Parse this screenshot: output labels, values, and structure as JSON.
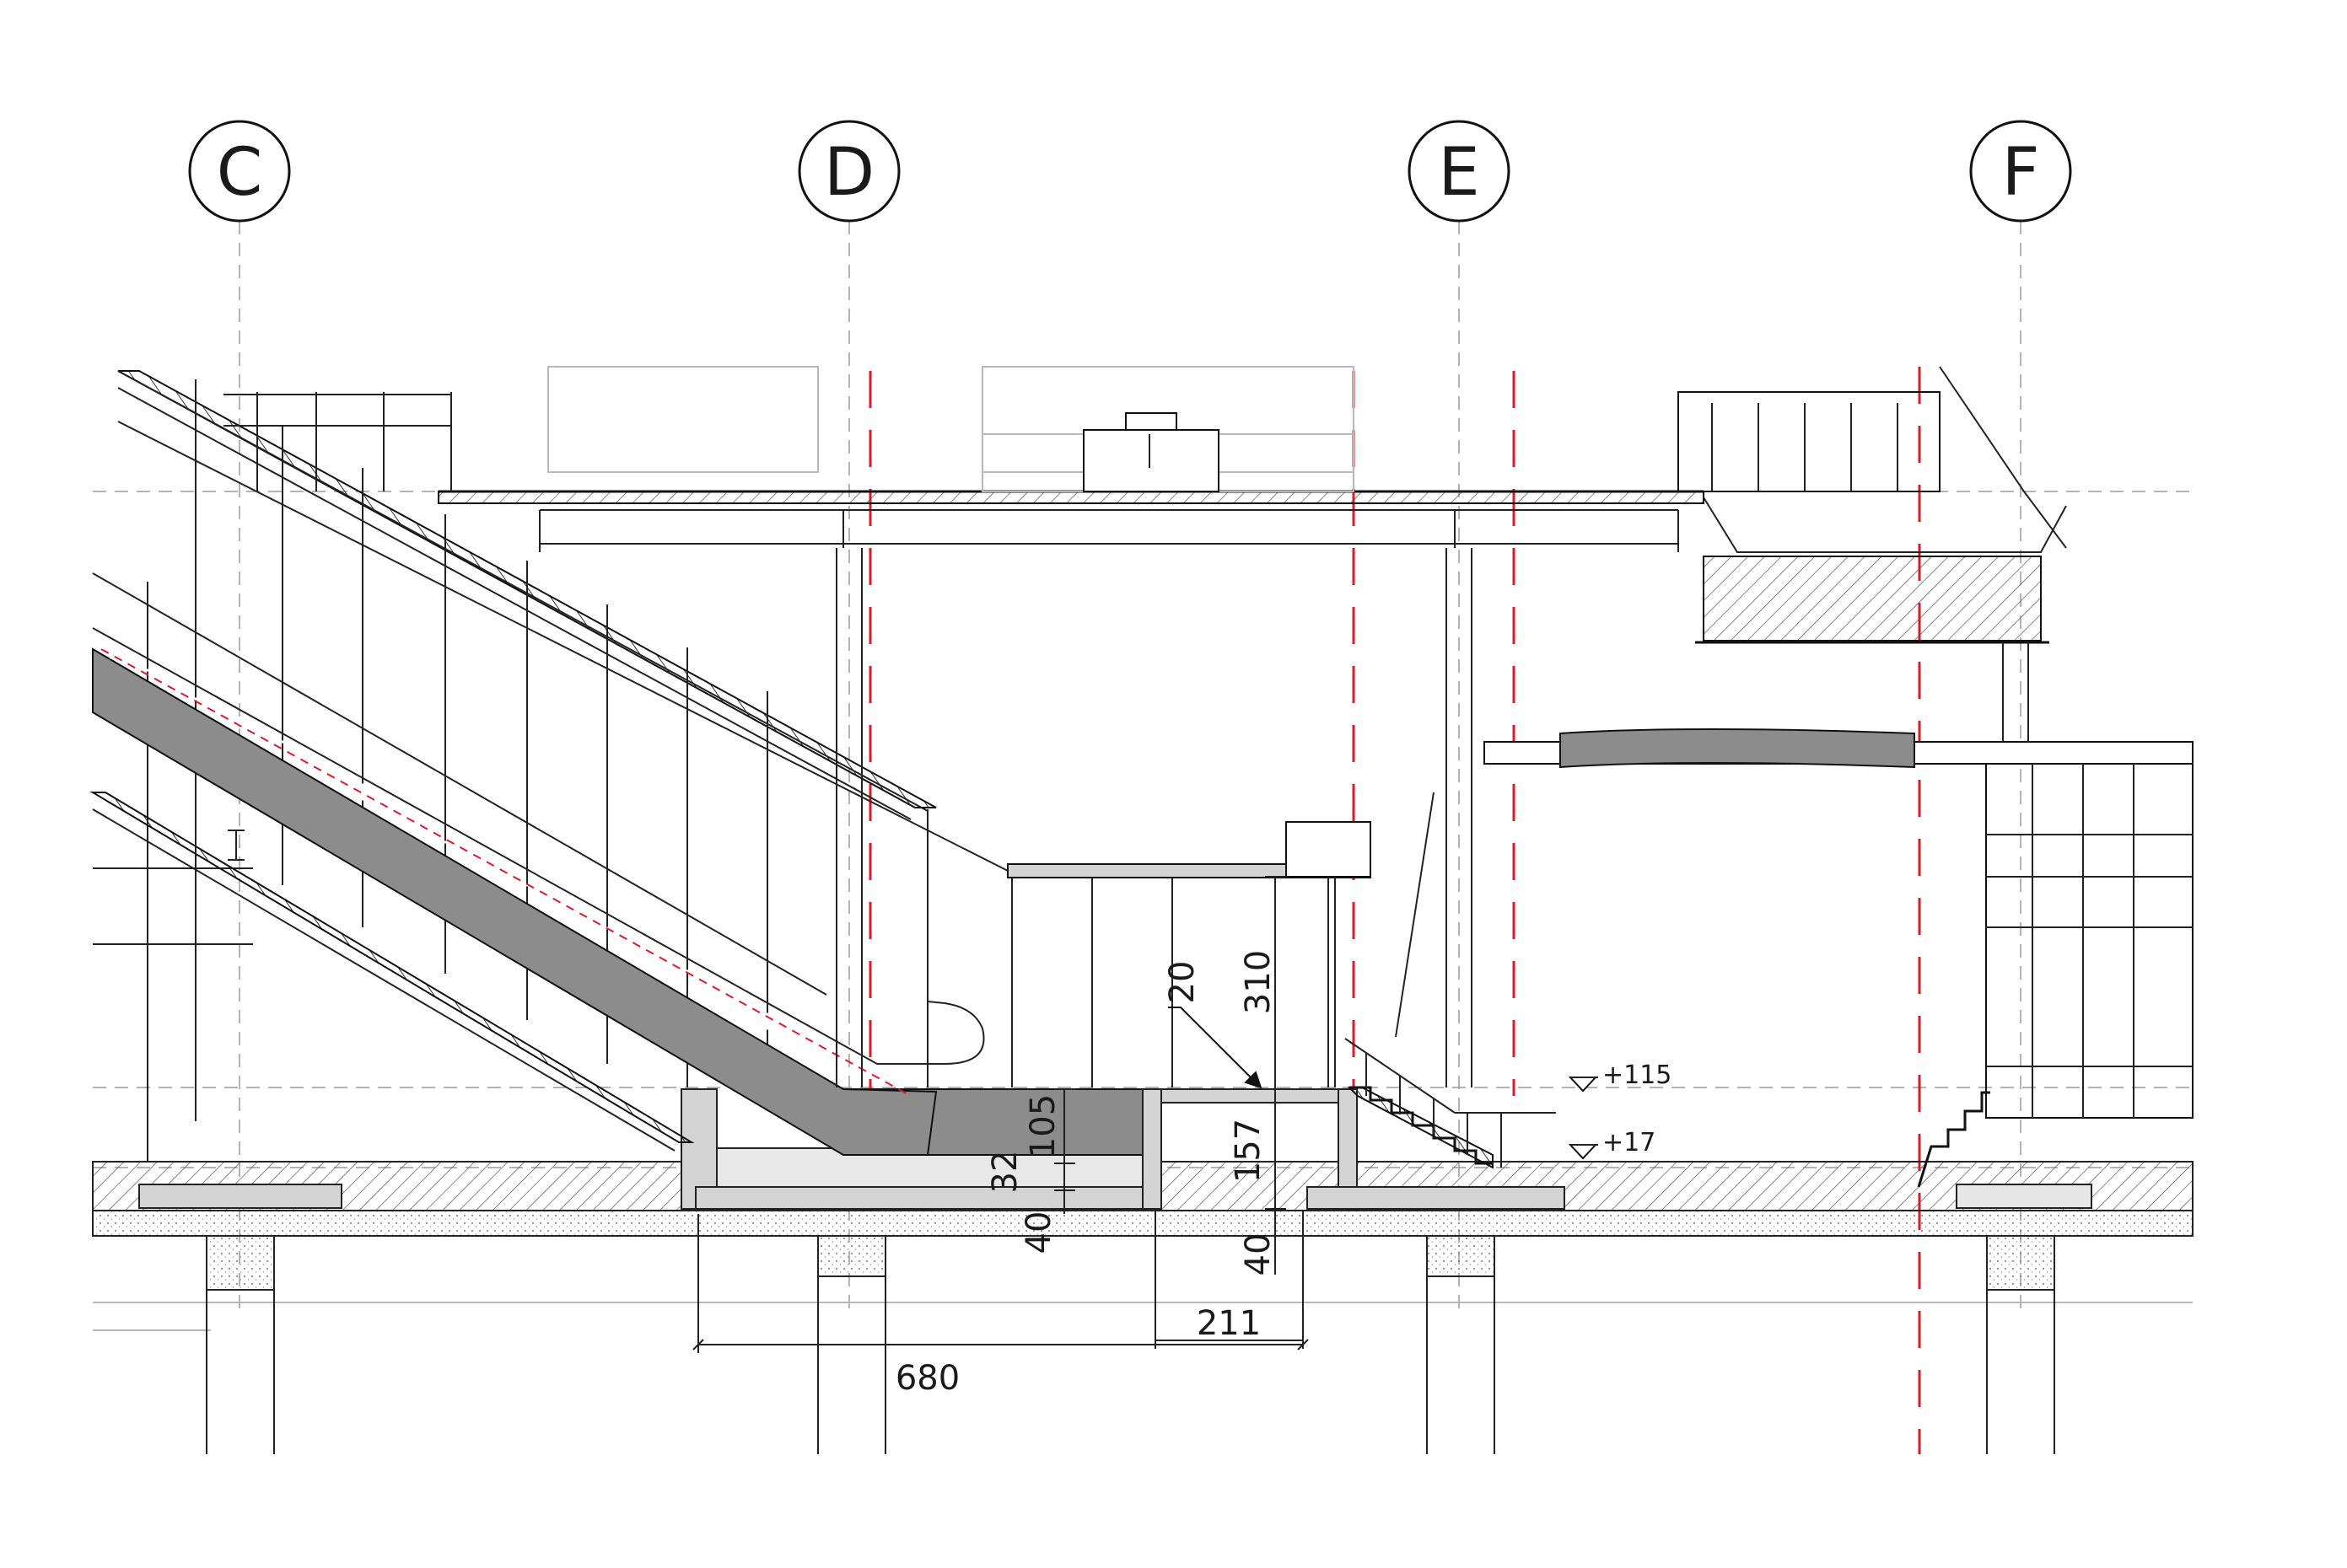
{
  "grid_axes": [
    "C",
    "D",
    "E",
    "F"
  ],
  "dimensions": {
    "d680": "680",
    "d211": "211",
    "d310": "310",
    "d157": "157",
    "d105": "105",
    "d32": "32",
    "d40a": "40",
    "d40b": "40",
    "d20": "20"
  },
  "levels": {
    "upper": "+115",
    "lower": "+17"
  },
  "colors": {
    "line": "#1a1a1a",
    "fill_grey": "#8c8c8c",
    "fill_light": "#d4d4d4",
    "red_axis": "#e0192a",
    "guide": "#9a9a9a"
  }
}
